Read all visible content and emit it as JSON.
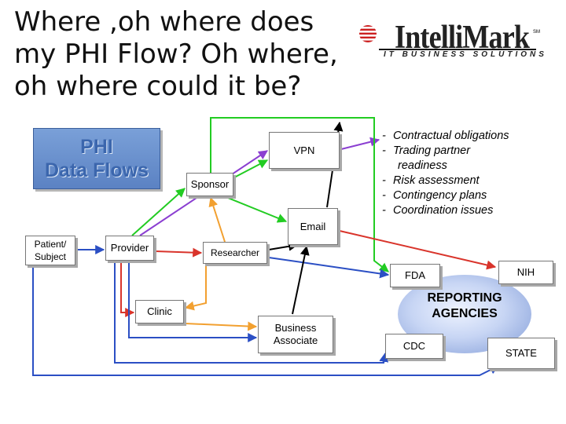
{
  "title": {
    "lines": [
      "Where ,oh where does",
      "my PHI Flow? Oh where,",
      "oh where could it be?"
    ]
  },
  "logo": {
    "name": "IntelliMark",
    "tagline": "IT BUSINESS SOLUTIONS",
    "trademark": "SM",
    "icon": "intellimark-logo-mark",
    "colors": {
      "mark": "#cc1f1f",
      "text": "#222222"
    }
  },
  "header_box": {
    "lines": [
      "PHI",
      "Data Flows"
    ]
  },
  "bullets": [
    {
      "marker": true,
      "text": "Contractual obligations"
    },
    {
      "marker": true,
      "text": "Trading partner"
    },
    {
      "marker": false,
      "text": "readiness"
    },
    {
      "marker": true,
      "text": "Risk assessment"
    },
    {
      "marker": true,
      "text": "Contingency plans"
    },
    {
      "marker": true,
      "text": "Coordination issues"
    }
  ],
  "nodes": {
    "vpn": "VPN",
    "sponsor": "Sponsor",
    "email": "Email",
    "patient": [
      "Patient/",
      "Subject"
    ],
    "provider": "Provider",
    "researcher": "Researcher",
    "clinic": "Clinic",
    "business_associate": [
      "Business",
      "Associate"
    ],
    "fda": "FDA",
    "nih": "NIH",
    "cdc": "CDC",
    "state": "STATE"
  },
  "reporting_agencies": {
    "lines": [
      "REPORTING",
      "AGENCIES"
    ]
  },
  "edge_colors": {
    "blue": "#2b4fc4",
    "green": "#22cc22",
    "red": "#d9342b",
    "orange": "#f2a030",
    "purple": "#8b3fd1",
    "black": "#000000"
  }
}
